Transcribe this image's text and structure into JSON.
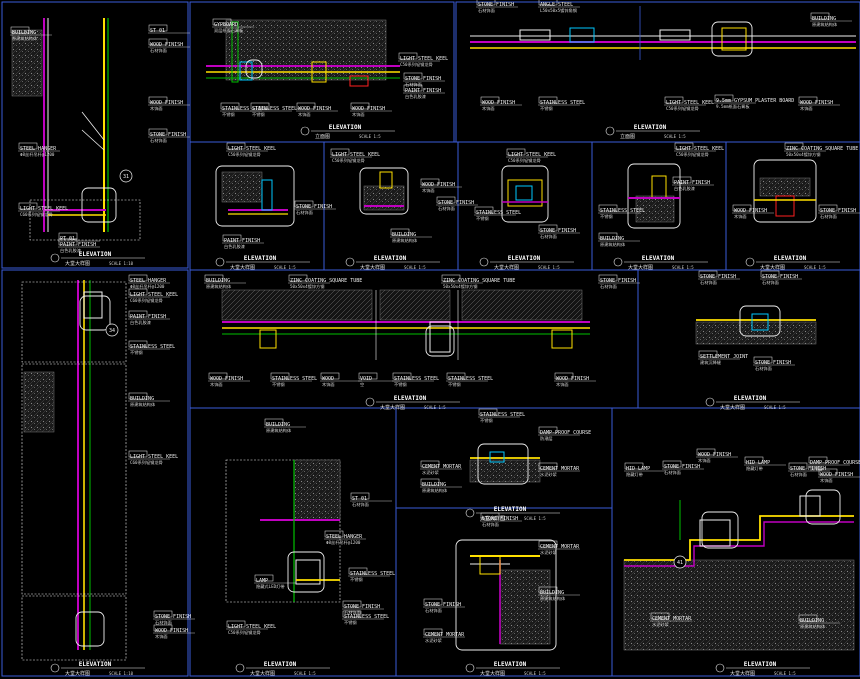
{
  "colors": {
    "frame": "#3a5bd9",
    "hatch": "#6a6a6a",
    "magenta": "#c000c0",
    "yellow": "#ffe000",
    "green": "#00c000",
    "cyan": "#00c8ff",
    "red": "#ff2020",
    "white": "#f0f0f0",
    "text": "#e8e8e8"
  },
  "panels": [
    {
      "id": "p1",
      "title": "ELEVATION",
      "subtitle": "大堂大样图",
      "scale": "SCALE 1:10",
      "callout": "31",
      "labels": [
        {
          "en": "BUILDING",
          "cn": "原建筑结构体"
        },
        {
          "en": "ST 01",
          "cn": ""
        },
        {
          "en": "WOOD FINISH",
          "cn": "石材饰面"
        },
        {
          "en": "WOOD FINISH",
          "cn": "木饰面"
        },
        {
          "en": "STONE FINISH",
          "cn": "石材饰面"
        },
        {
          "en": "STEEL HANGER",
          "cn": "Φ8丝杆吊杆@1200"
        },
        {
          "en": "LIGHT STEEL KEEL",
          "cn": "C60系列轻钢龙骨"
        },
        {
          "en": "PT 01",
          "cn": ""
        },
        {
          "en": "PAINT FINISH",
          "cn": "白色乳胶漆"
        }
      ]
    },
    {
      "id": "p2",
      "title": "ELEVATION",
      "subtitle": "立面图",
      "scale": "SCALE 1:5",
      "callout": "",
      "labels": [
        {
          "en": "GYPBOARD",
          "cn": "双层纸面石膏板"
        },
        {
          "en": "LIGHT STEEL KEEL",
          "cn": "C50系列轻钢龙骨"
        },
        {
          "en": "STONE FINISH",
          "cn": "石材饰面"
        },
        {
          "en": "PAINT FINISH",
          "cn": "白色乳胶漆"
        },
        {
          "en": "STAINLESS STEEL",
          "cn": "不锈钢"
        },
        {
          "en": "STAINLESS STEEL",
          "cn": "不锈钢"
        },
        {
          "en": "WOOD FINISH",
          "cn": "木饰面"
        },
        {
          "en": "WOOD FINISH",
          "cn": "木饰面"
        }
      ]
    },
    {
      "id": "p3",
      "title": "ELEVATION",
      "subtitle": "立面图",
      "scale": "SCALE 1:5",
      "callout": "",
      "labels": [
        {
          "en": "STONE FINISH",
          "cn": "石材饰面"
        },
        {
          "en": "ANGLE STEEL",
          "cn": "L50x50x5镀锌角钢"
        },
        {
          "en": "BUILDING",
          "cn": "原建筑结构体"
        },
        {
          "en": "WOOD FINISH",
          "cn": "木饰面"
        },
        {
          "en": "STAINLESS STEEL",
          "cn": "不锈钢"
        },
        {
          "en": "LIGHT STEEL KEEL",
          "cn": "C50系列轻钢龙骨"
        },
        {
          "en": "9.5mm GYPSUM PLASTER BOARD",
          "cn": "9.5mm纸面石膏板"
        },
        {
          "en": "WOOD FINISH",
          "cn": "木饰面"
        }
      ]
    },
    {
      "id": "p4",
      "title": "ELEVATION",
      "subtitle": "大堂大样图",
      "scale": "SCALE 1:5",
      "callout": "",
      "labels": [
        {
          "en": "LIGHT STEEL KEEL",
          "cn": "C50系列轻钢龙骨"
        },
        {
          "en": "STONE FINISH",
          "cn": "石材饰面"
        },
        {
          "en": "PAINT FINISH",
          "cn": "白色乳胶漆"
        }
      ]
    },
    {
      "id": "p5",
      "title": "ELEVATION",
      "subtitle": "大堂大样图",
      "scale": "SCALE 1:5",
      "callout": "",
      "labels": [
        {
          "en": "LIGHT STEEL KEEL",
          "cn": "C50系列轻钢龙骨"
        },
        {
          "en": "WOOD FINISH",
          "cn": "木饰面"
        },
        {
          "en": "STONE FINISH",
          "cn": "石材饰面"
        },
        {
          "en": "BUILDING",
          "cn": "原建筑结构体"
        }
      ]
    },
    {
      "id": "p6",
      "title": "ELEVATION",
      "subtitle": "大堂大样图",
      "scale": "SCALE 1:5",
      "callout": "",
      "labels": [
        {
          "en": "LIGHT STEEL KEEL",
          "cn": "C50系列轻钢龙骨"
        },
        {
          "en": "STAINLESS STEEL",
          "cn": "不锈钢"
        },
        {
          "en": "STONE FINISH",
          "cn": "石材饰面"
        }
      ]
    },
    {
      "id": "p7",
      "title": "ELEVATION",
      "subtitle": "大堂大样图",
      "scale": "SCALE 1:5",
      "callout": "",
      "labels": [
        {
          "en": "LIGHT STEEL KEEL",
          "cn": "C50系列轻钢龙骨"
        },
        {
          "en": "PAINT FINISH",
          "cn": "白色乳胶漆"
        },
        {
          "en": "STAINLESS STEEL",
          "cn": "不锈钢"
        },
        {
          "en": "BUILDING",
          "cn": "原建筑结构体"
        }
      ]
    },
    {
      "id": "p8",
      "title": "ELEVATION",
      "subtitle": "大堂大样图",
      "scale": "SCALE 1:5",
      "callout": "",
      "labels": [
        {
          "en": "ZINC COATING SQUARE TUBE",
          "cn": "50x50x4镀锌方钢"
        },
        {
          "en": "WOOD FINISH",
          "cn": "木饰面"
        },
        {
          "en": "STONE FINISH",
          "cn": "石材饰面"
        }
      ]
    },
    {
      "id": "p9",
      "title": "ELEVATION",
      "subtitle": "大堂大样图",
      "scale": "SCALE 1:10",
      "callout": "34",
      "labels": [
        {
          "en": "STEEL HANGER",
          "cn": "Φ8丝杆吊杆@1200"
        },
        {
          "en": "LIGHT STEEL KEEL",
          "cn": "C60系列轻钢龙骨"
        },
        {
          "en": "PAINT FINISH",
          "cn": "白色乳胶漆"
        },
        {
          "en": "STAINLESS STEEL",
          "cn": "不锈钢"
        },
        {
          "en": "BUILDING",
          "cn": "原建筑结构体"
        },
        {
          "en": "LIGHT STEEL KEEL",
          "cn": "C60系列轻钢龙骨"
        },
        {
          "en": "STONE FINISH",
          "cn": "石材饰面"
        },
        {
          "en": "WOOD FINISH",
          "cn": "木饰面"
        }
      ]
    },
    {
      "id": "p10",
      "title": "ELEVATION",
      "subtitle": "大堂大样图",
      "scale": "SCALE 1:5",
      "callout": "",
      "labels": [
        {
          "en": "BUILDING",
          "cn": "原建筑结构体"
        },
        {
          "en": "ZINC COATING SQUARE TUBE",
          "cn": "50x50x4镀锌方钢"
        },
        {
          "en": "ZINC COATING SQUARE TUBE",
          "cn": "50x50x4镀锌方钢"
        },
        {
          "en": "STONE FINISH",
          "cn": "石材饰面"
        },
        {
          "en": "WOOD FINISH",
          "cn": "木饰面"
        },
        {
          "en": "STAINLESS STEEL",
          "cn": "不锈钢"
        },
        {
          "en": "WOOD",
          "cn": "木饰面"
        },
        {
          "en": "VOID",
          "cn": "空"
        },
        {
          "en": "STAINLESS STEEL",
          "cn": "不锈钢"
        },
        {
          "en": "STAINLESS STEEL",
          "cn": "不锈钢"
        },
        {
          "en": "WOOD FINISH",
          "cn": "木饰面"
        }
      ]
    },
    {
      "id": "p11",
      "title": "ELEVATION",
      "subtitle": "大堂大样图",
      "scale": "SCALE 1:5",
      "callout": "",
      "labels": [
        {
          "en": "STONE FINISH",
          "cn": "石材饰面"
        },
        {
          "en": "STONE FINISH",
          "cn": "石材饰面"
        },
        {
          "en": "SETTLEMENT JOINT",
          "cn": "建筑沉降缝"
        },
        {
          "en": "STONE FINISH",
          "cn": "石材饰面"
        }
      ]
    },
    {
      "id": "p12",
      "title": "ELEVATION",
      "subtitle": "大堂大样图",
      "scale": "SCALE 1:5",
      "callout": "",
      "labels": [
        {
          "en": "BUILDING",
          "cn": "原建筑结构体"
        },
        {
          "en": "ST 01",
          "cn": "石材饰面"
        },
        {
          "en": "STEEL HANGER",
          "cn": "Φ8丝杆吊杆@1200"
        },
        {
          "en": "LAMP",
          "cn": "隐藏式LED灯带"
        },
        {
          "en": "STAINLESS STEEL",
          "cn": "不锈钢"
        },
        {
          "en": "LIGHT STEEL KEEL",
          "cn": "C50系列轻钢龙骨"
        },
        {
          "en": "STONE FINISH",
          "cn": "石材饰面"
        },
        {
          "en": "STAINLESS STEEL",
          "cn": "不锈钢"
        }
      ]
    },
    {
      "id": "p13",
      "title": "ELEVATION",
      "subtitle": "大堂大样图",
      "scale": "SCALE 1:5",
      "callout": "",
      "labels": [
        {
          "en": "STAINLESS STEEL",
          "cn": "不锈钢"
        },
        {
          "en": "DAMP-PROOF COURSE",
          "cn": "防潮层"
        },
        {
          "en": "CEMENT MORTAR",
          "cn": "水泥砂浆"
        },
        {
          "en": "CEMENT MORTAR",
          "cn": "水泥砂浆"
        },
        {
          "en": "BUILDING",
          "cn": "原建筑结构体"
        }
      ]
    },
    {
      "id": "p14",
      "title": "ELEVATION",
      "subtitle": "大堂大样图",
      "scale": "SCALE 1:5",
      "callout": "",
      "labels": [
        {
          "en": "STONE FINISH",
          "cn": "石材饰面"
        },
        {
          "en": "CEMENT MORTAR",
          "cn": "水泥砂浆"
        },
        {
          "en": "BUILDING",
          "cn": "原建筑结构体"
        },
        {
          "en": "STONE FINISH",
          "cn": "石材饰面"
        },
        {
          "en": "CEMENT MORTAR",
          "cn": "水泥砂浆"
        }
      ]
    },
    {
      "id": "p15",
      "title": "ELEVATION",
      "subtitle": "大堂大样图",
      "scale": "SCALE 1:5",
      "callout": "41",
      "labels": [
        {
          "en": "HID LAMP",
          "cn": "隐藏灯带"
        },
        {
          "en": "WOOD FINISH",
          "cn": "木饰面"
        },
        {
          "en": "STONE FINISH",
          "cn": "石材饰面"
        },
        {
          "en": "HID LAMP",
          "cn": "隐藏灯带"
        },
        {
          "en": "STONE FINISH",
          "cn": "石材饰面"
        },
        {
          "en": "DAMP-PROOF COURSE",
          "cn": "防潮层"
        },
        {
          "en": "WOOD FINISH",
          "cn": "木饰面"
        },
        {
          "en": "CEMENT MORTAR",
          "cn": "水泥砂浆"
        },
        {
          "en": "BUILDING",
          "cn": "原建筑结构体"
        }
      ]
    }
  ]
}
